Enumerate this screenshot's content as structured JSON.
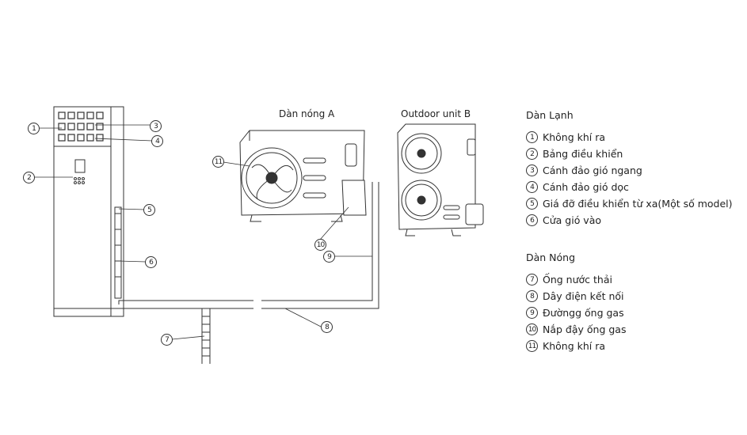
{
  "units": {
    "outdoor_a_title": "Dàn nóng A",
    "outdoor_b_title": "Outdoor unit B"
  },
  "legend": {
    "indoor": {
      "title": "Dàn Lạnh",
      "items": [
        {
          "num": "1",
          "label": "Không khí ra"
        },
        {
          "num": "2",
          "label": "Bảng điều khiển"
        },
        {
          "num": "3",
          "label": "Cánh đảo gió ngang"
        },
        {
          "num": "4",
          "label": "Cánh đảo gió dọc"
        },
        {
          "num": "5",
          "label": "Giá đỡ điều khiển từ xa(Một số model)"
        },
        {
          "num": "6",
          "label": "Cửa gió vào"
        }
      ]
    },
    "outdoor": {
      "title": "Dàn Nóng",
      "items": [
        {
          "num": "7",
          "label": "Ống nước thải"
        },
        {
          "num": "8",
          "label": "Dây điện kết nối"
        },
        {
          "num": "9",
          "label": "Đườngg ống gas"
        },
        {
          "num": "10",
          "label": "Nắp đậy ống gas"
        },
        {
          "num": "11",
          "label": "Không khí ra"
        }
      ]
    }
  },
  "callouts": {
    "c1": "1",
    "c2": "2",
    "c3": "3",
    "c4": "4",
    "c5": "5",
    "c6": "6",
    "c7": "7",
    "c8": "8",
    "c9": "9",
    "c10": "10",
    "c11": "11"
  }
}
